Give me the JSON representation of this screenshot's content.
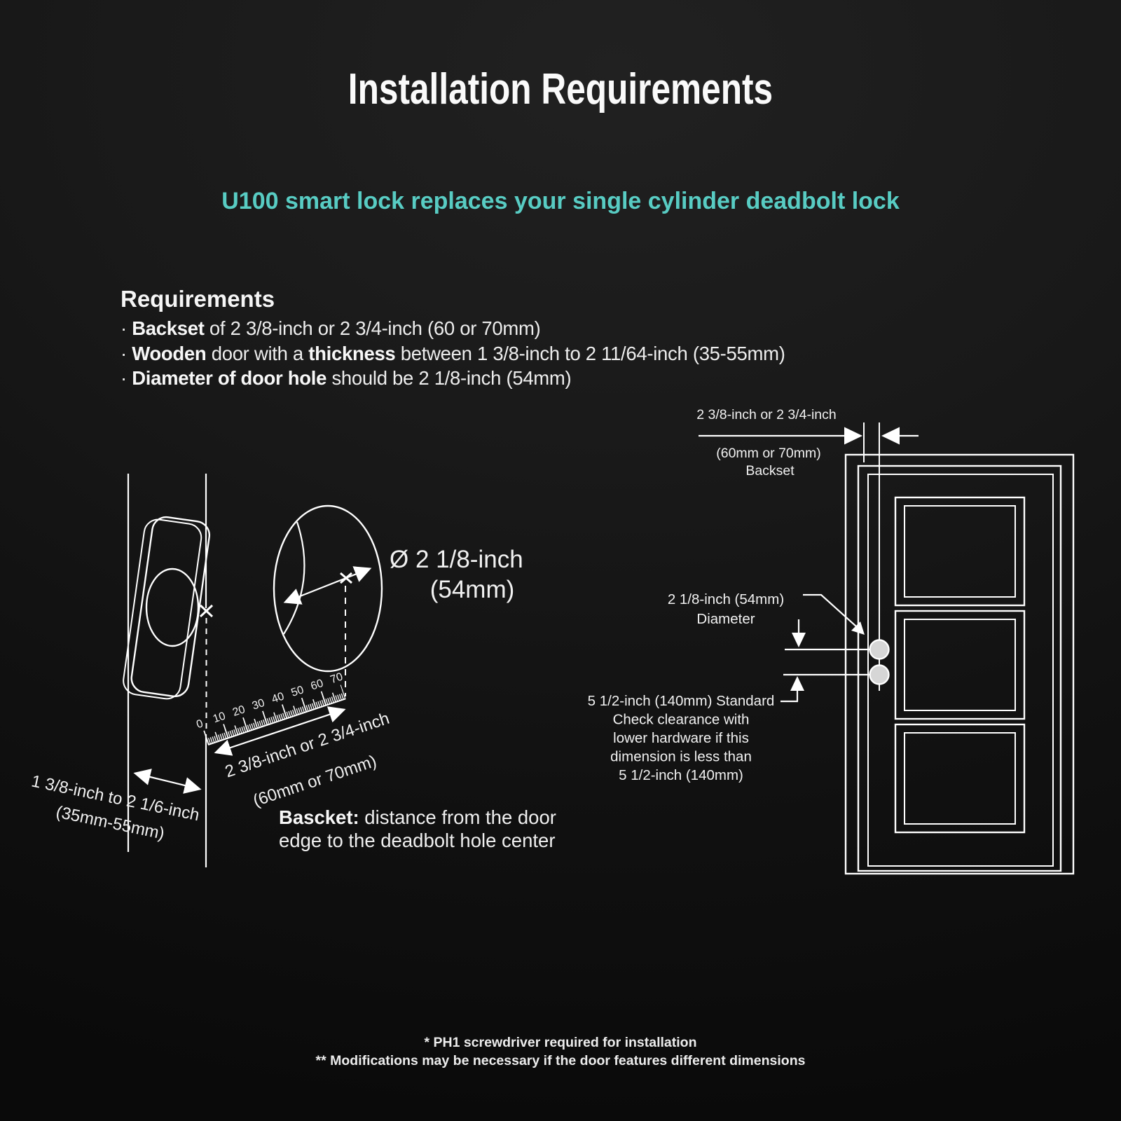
{
  "colors": {
    "accent": "#58CCC3",
    "line": "#FFFFFF",
    "hole_fill": "#D6D6D6",
    "background": "#141414"
  },
  "header": {
    "title": "Installation Requirements",
    "subtitle": "U100 smart lock replaces your single cylinder deadbolt lock"
  },
  "requirements": {
    "heading": "Requirements",
    "items": [
      {
        "parts": [
          {
            "t": "· "
          },
          {
            "t": "Backset"
          },
          {
            "t": " of 2 3/8-inch or 2 3/4-inch (60 or 70mm)"
          }
        ]
      },
      {
        "parts": [
          {
            "t": "· "
          },
          {
            "t": "Wooden"
          },
          {
            "t": " door with a "
          },
          {
            "t": "thickness"
          },
          {
            "t": " between 1 3/8-inch to 2 11/64-inch (35-55mm)"
          }
        ]
      },
      {
        "parts": [
          {
            "t": "· "
          },
          {
            "t": "Diameter of door hole"
          },
          {
            "t": " should be 2 1/8-inch (54mm)"
          }
        ]
      }
    ]
  },
  "left_diagram": {
    "hole_diameter_line1": "Ø 2 1/8-inch",
    "hole_diameter_line2": "(54mm)",
    "ruler_labels": [
      "0",
      "10",
      "20",
      "30",
      "40",
      "50",
      "60",
      "70"
    ],
    "backset_label_line1": "2 3/8-inch or 2 3/4-inch",
    "backset_label_line2": "(60mm or 70mm)",
    "thickness_label_line1": "1 3/8-inch to 2 1/6-inch",
    "thickness_label_line2": "(35mm-55mm)",
    "caption_term": "Bascket:",
    "caption_line1_rest": " distance from the door",
    "caption_line2": "edge to the deadbolt hole center"
  },
  "right_diagram": {
    "backset_line1": "2 3/8-inch or 2 3/4-inch",
    "backset_line2": "(60mm or 70mm)",
    "backset_line3": "Backset",
    "diameter_line1": "2 1/8-inch (54mm)",
    "diameter_line2": "Diameter",
    "clearance_lines": [
      "5 1/2-inch (140mm) Standard",
      "Check clearance with",
      "lower hardware if this",
      "dimension is less than",
      "5 1/2-inch (140mm)"
    ]
  },
  "footer": {
    "note1": "* PH1 screwdriver required for installation",
    "note2": "** Modifications may be necessary if the door features different dimensions"
  }
}
